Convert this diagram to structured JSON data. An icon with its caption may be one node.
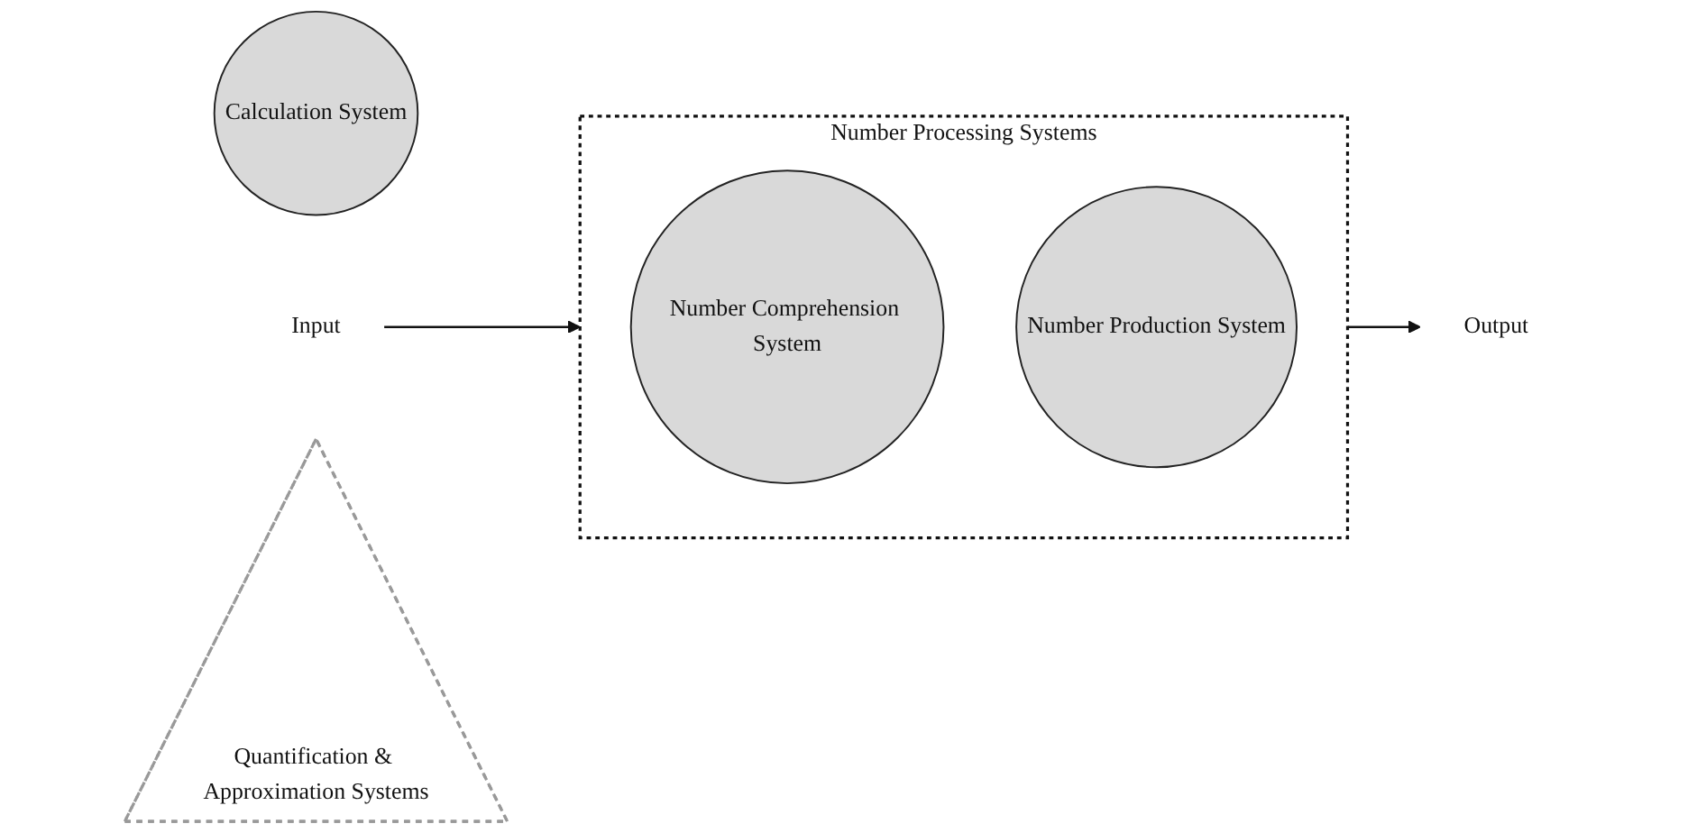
{
  "diagram": {
    "nodes": [
      {
        "text": [
          "Calculation System"
        ]
      },
      {
        "text": [
          "Input"
        ]
      },
      {
        "text": [
          "Number Processing Systems"
        ]
      },
      {
        "text": [
          "Number Comprehension System"
        ],
        "in": 2
      },
      {
        "text": [
          "Number Production System"
        ],
        "in": 2
      },
      {
        "text": [
          "Output"
        ]
      },
      {
        "text": [
          "Quantification & Approximation Systems"
        ]
      }
    ],
    "edges": [
      {
        "from": 1,
        "to": 2,
        "arrow": "to"
      },
      {
        "from": 2,
        "to": 5,
        "arrow": "to"
      }
    ]
  }
}
